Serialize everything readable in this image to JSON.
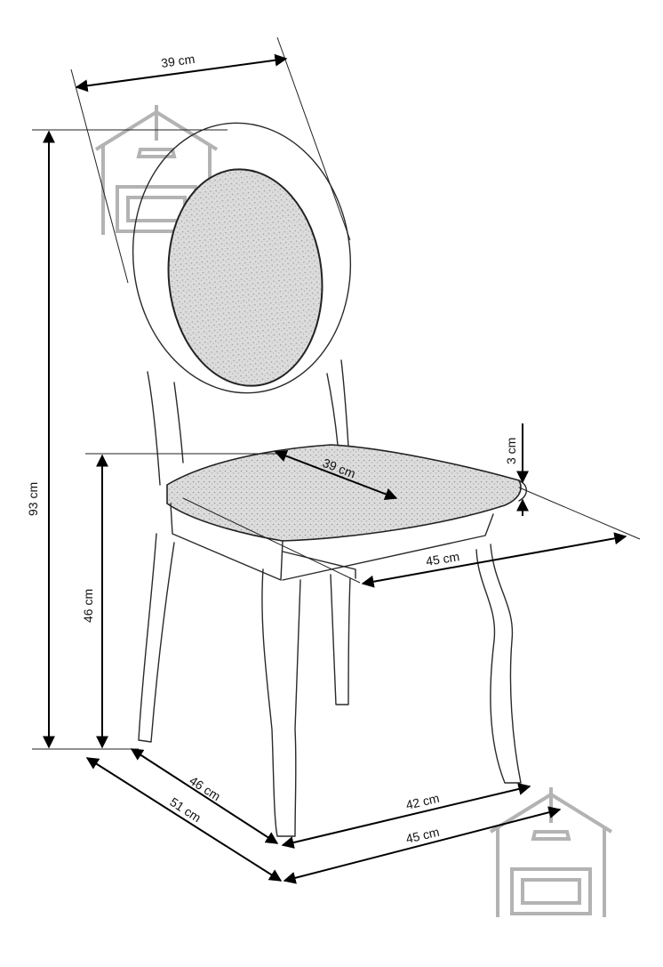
{
  "dimensions": {
    "back_width": "39 cm",
    "total_height": "93 cm",
    "seat_height": "46 cm",
    "seat_depth_inner": "39 cm",
    "seat_thickness": "3 cm",
    "seat_width_side": "45 cm",
    "base_depth_inner": "46 cm",
    "base_depth_outer": "51 cm",
    "base_width_inner": "42 cm",
    "base_width_outer": "45 cm"
  },
  "colors": {
    "line": "#2a2a2a",
    "arrow": "#000000",
    "fabric": "#d9d9d9",
    "logo": "#b3b3b3"
  },
  "icons": [
    "house-sofa-logo-icon"
  ]
}
